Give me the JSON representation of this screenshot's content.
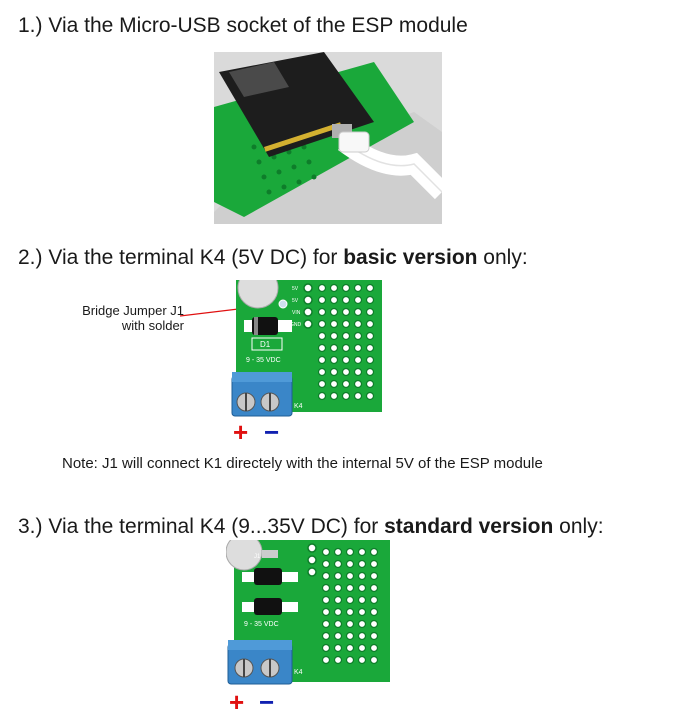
{
  "step1": {
    "text": "1.) Via the Micro-USB socket of the ESP module"
  },
  "step2": {
    "prefix": "2.) Via the terminal K4 (5V DC) for ",
    "bold": "basic version",
    "suffix": " only:"
  },
  "step3": {
    "prefix": "3.) Via the terminal K4 (9...35V DC) for ",
    "bold": "standard version",
    "suffix": " only:"
  },
  "callout": {
    "line1": "Bridge Jumper J1",
    "line2": "with solder"
  },
  "note": "Note: J1 will connect K1 directely with the internal 5V of the ESP module",
  "board": {
    "diode_label": "D1",
    "voltage_label": "9 - 35 VDC",
    "terminal_label": "K4",
    "jumper_label": "J1",
    "pins": [
      "5V",
      "5V",
      "VIN",
      "GND"
    ]
  },
  "polarity": {
    "plus": "+",
    "minus": "−"
  },
  "colors": {
    "pcb": "#1aa83a",
    "terminal": "#3a86c8",
    "plus": "#e01010",
    "minus": "#1020b0"
  }
}
